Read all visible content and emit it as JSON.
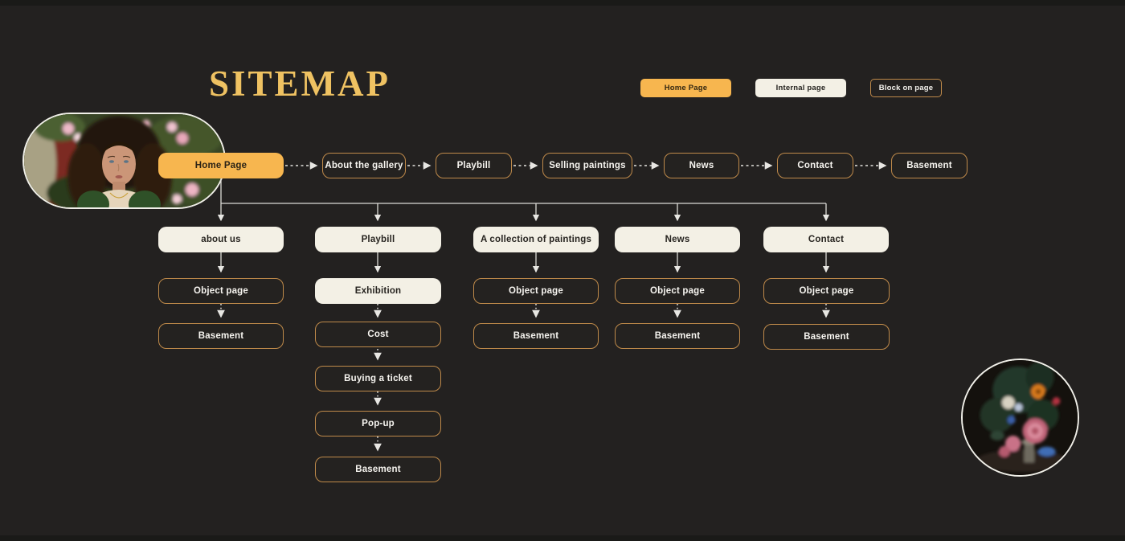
{
  "title": "SITEMAP",
  "legend": {
    "items": [
      {
        "label": "Home Page",
        "kind": "home-page"
      },
      {
        "label": "Internal page",
        "kind": "internal-page"
      },
      {
        "label": "Block on page",
        "kind": "block-on-page"
      }
    ]
  },
  "nodes": {
    "top": [
      {
        "label": "Home Page"
      },
      {
        "label": "About the gallery"
      },
      {
        "label": "Playbill"
      },
      {
        "label": "Selling paintings"
      },
      {
        "label": "News"
      },
      {
        "label": "Contact"
      },
      {
        "label": "Basement"
      }
    ],
    "row2": [
      {
        "label": "about us"
      },
      {
        "label": "Playbill"
      },
      {
        "label": "A collection of paintings"
      },
      {
        "label": "News"
      },
      {
        "label": "Contact"
      }
    ],
    "row3": [
      {
        "label": "Object page"
      },
      {
        "label": "Exhibition"
      },
      {
        "label": "Object page"
      },
      {
        "label": "Object page"
      },
      {
        "label": "Object page"
      }
    ],
    "row4": [
      {
        "label": "Basement"
      },
      {
        "label": "Cost"
      },
      {
        "label": "Basement"
      },
      {
        "label": "Basement"
      },
      {
        "label": "Basement"
      }
    ],
    "playbill_branch": [
      {
        "label": "Buying a ticket"
      },
      {
        "label": "Pop-up"
      },
      {
        "label": "Basement"
      }
    ]
  },
  "images": {
    "portrait_oval": "oval portrait painting of a woman with blossoms",
    "flower_circle": "circular baroque flower still-life painting"
  },
  "colors": {
    "background": "#232120",
    "accent_orange": "#f7b64f",
    "cream": "#f3f0e5",
    "gold_border": "#bf8a4a",
    "title_gold": "#efc262",
    "connector": "#e3e2de"
  }
}
